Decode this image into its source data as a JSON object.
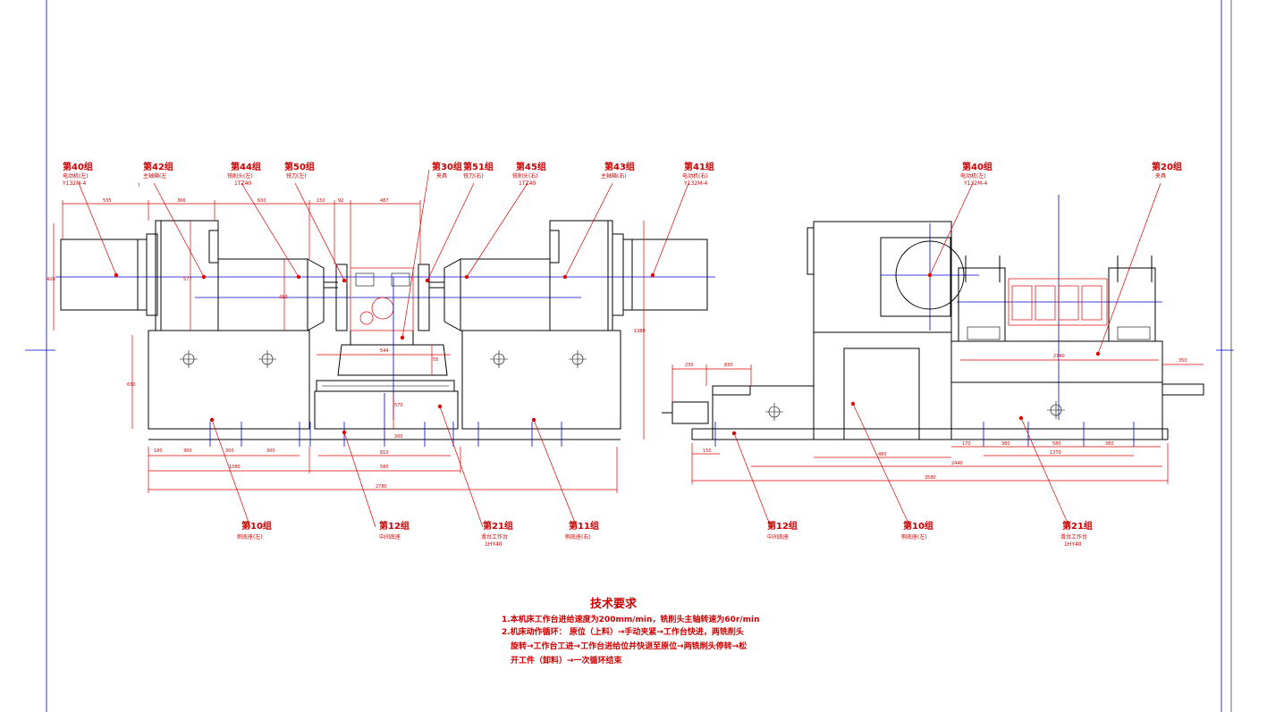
{
  "left_view": {
    "top_labels": [
      {
        "title": "第40组",
        "sub": "电动机(左)",
        "sub2": "Y132M-4"
      },
      {
        "title": "第42组",
        "sub": "主轴箱(左",
        "sub2": ")"
      },
      {
        "title": "第44组",
        "sub": "铣削头(左)",
        "sub2": "1TZ40"
      },
      {
        "title": "第50组",
        "sub": "铣刀(左)",
        "sub2": ""
      },
      {
        "title": "第30组",
        "sub": "夹具",
        "sub2": ""
      },
      {
        "title": "第51组",
        "sub": "铣刀(右)",
        "sub2": ""
      },
      {
        "title": "第45组",
        "sub": "铣削头(右)",
        "sub2": "1TZ40"
      },
      {
        "title": "第43组",
        "sub": "主轴箱(右)",
        "sub2": ""
      },
      {
        "title": "第41组",
        "sub": "电动机(右)",
        "sub2": "Y132M-4"
      }
    ],
    "bottom_labels": [
      {
        "title": "第10组",
        "sub": "侧底座(左)",
        "sub2": ""
      },
      {
        "title": "第12组",
        "sub": "中间底座",
        "sub2": ""
      },
      {
        "title": "第21组",
        "sub": "滑台工作台",
        "sub2": "1HY40"
      },
      {
        "title": "第11组",
        "sub": "侧底座(右)",
        "sub2": ""
      }
    ],
    "dims": {
      "d1": "535",
      "d2": "366",
      "d3": "630",
      "d4": "150",
      "d5": "92",
      "d6": "487",
      "h1": "420",
      "h2": "577",
      "h3": "410",
      "h4": "1380",
      "h5": "630",
      "w1": "544",
      "w2": "570",
      "w3": "580",
      "w4": "55",
      "w5": "200",
      "b1": "180",
      "b2": "300",
      "b3": "300",
      "b4": "300",
      "b5": "1080",
      "b6": "810",
      "b7": "2780"
    }
  },
  "right_view": {
    "top_labels": [
      {
        "title": "第40组",
        "sub": "电动机(左)",
        "sub2": "Y132M-4"
      },
      {
        "title": "第20组",
        "sub": "夹具",
        "sub2": ""
      }
    ],
    "bottom_labels": [
      {
        "title": "第12组",
        "sub": "中间底座",
        "sub2": ""
      },
      {
        "title": "第10组",
        "sub": "侧底座(左)",
        "sub2": ""
      },
      {
        "title": "第21组",
        "sub": "滑台工作台",
        "sub2": "1HY40"
      }
    ],
    "dims": {
      "t1": "230",
      "t2": "830",
      "t3": "2740",
      "t4": "350",
      "r1": "150",
      "r2": "480",
      "r3": "2440",
      "r4": "3580",
      "r5": "170",
      "r6": "380",
      "r7": "580",
      "r8": "380",
      "r9": "1370"
    }
  },
  "notes": {
    "title": "技术要求",
    "lines": [
      "1.本机床工作台进给速度为200mm/min，铣削头主轴转速为60r/min",
      "2.机床动作循环：  原位（上料）→手动夹紧→工作台快进，两铣削头",
      "旋转→工作台工进→工作台进给位并快退至原位→两铣削头停转→松",
      "开工件（卸料）→一次循环结束"
    ]
  },
  "colors": {
    "outline": "#000000",
    "annotation": "#cc0000",
    "centerline": "#0000cc"
  }
}
